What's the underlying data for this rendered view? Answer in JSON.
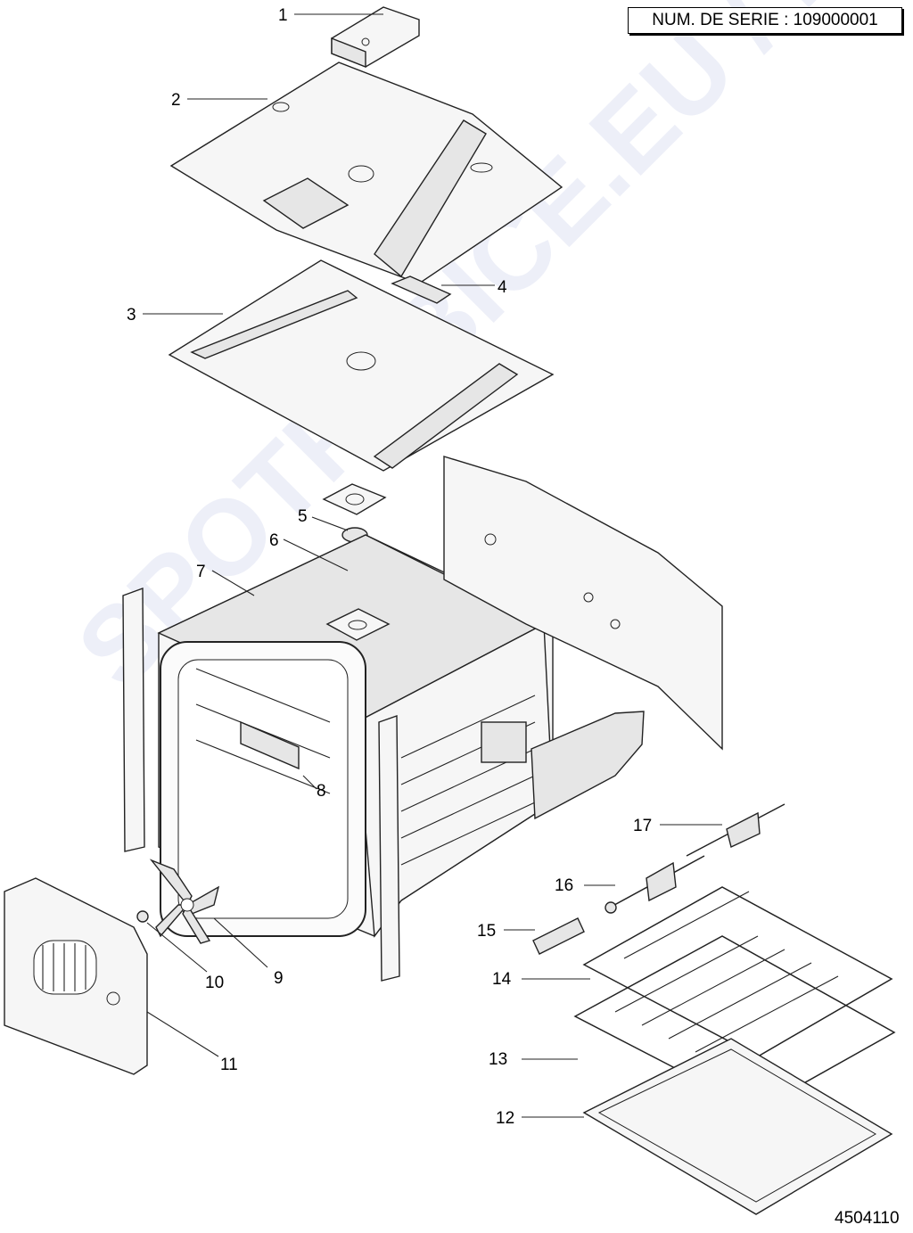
{
  "header": {
    "serial_label": "NUM. DE SERIE : 109000001"
  },
  "footer": {
    "document_number": "4504110"
  },
  "watermark": {
    "text": "SPOTŘEBIČE.EU / ND-PRODEJ.CZ"
  },
  "callouts": {
    "c1": "1",
    "c2": "2",
    "c3": "3",
    "c4": "4",
    "c5": "5",
    "c6": "6",
    "c7": "7",
    "c8": "8",
    "c9": "9",
    "c10": "10",
    "c11": "11",
    "c12": "12",
    "c13": "13",
    "c14": "14",
    "c15": "15",
    "c16": "16",
    "c17": "17"
  },
  "colors": {
    "line": "#222222",
    "watermark": "#dfe3f3"
  }
}
